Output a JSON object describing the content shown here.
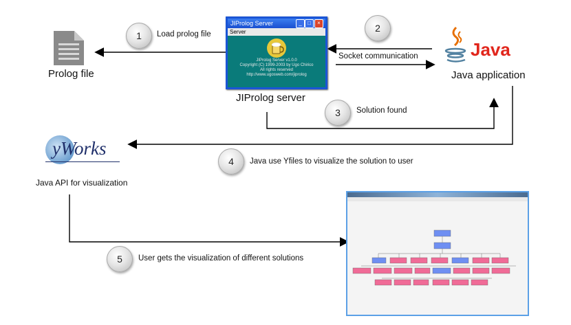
{
  "nodes": {
    "prolog_file": "Prolog file",
    "jiprolog_server": "JIProlog server",
    "java_application": "Java application",
    "yworks_api": "Java API for visualization"
  },
  "java_logo_text": "Java",
  "yworks_logo_text": "yWorks",
  "window": {
    "title": "JIProlog Server",
    "menu": "Server",
    "line1": "JIProlog Server v1.0.0",
    "line2": "Copyright (C) 1999-2003 by Ugo Chirico",
    "line3": "All rights reserved",
    "line4": "http://www.ugosweb.com/jiprolog"
  },
  "steps": [
    {
      "num": "1",
      "label": "Load prolog file"
    },
    {
      "num": "2",
      "label": "Socket communication"
    },
    {
      "num": "3",
      "label": "Solution found"
    },
    {
      "num": "4",
      "label": "Java use Yfiles to visualize the solution to user"
    },
    {
      "num": "5",
      "label": "User gets the visualization of different solutions"
    }
  ]
}
